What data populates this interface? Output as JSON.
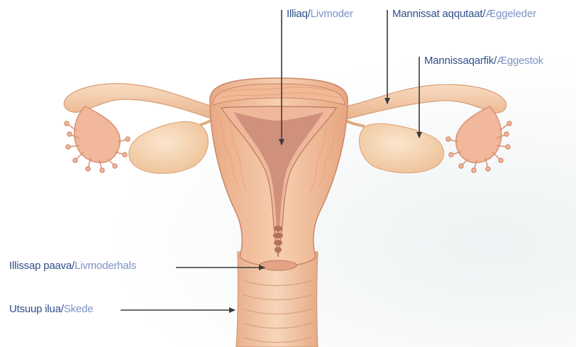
{
  "labels": {
    "uterus": {
      "kl": "Illiaq",
      "da": "Livmoder"
    },
    "tube": {
      "kl": "Mannissat aqqutaat",
      "da": "Æggeleder"
    },
    "ovary": {
      "kl": "Mannissaqarfik",
      "da": "Æggestok"
    },
    "cervix": {
      "kl": "Illissap paava",
      "da": "Livmoderhals"
    },
    "vagina": {
      "kl": "Utsuup ilua",
      "da": "Skede"
    },
    "separator": "/"
  },
  "colors": {
    "greenlandic_text": "#2f4f8a",
    "danish_text": "#7d93c4",
    "tissue": "#f4c7a0",
    "tissue_dark": "#d9916c",
    "cavity": "#c98a76"
  }
}
